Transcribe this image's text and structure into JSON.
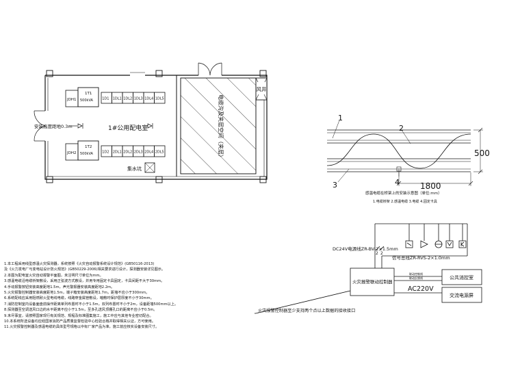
{
  "plan": {
    "room_label": "1#公用配电室",
    "tx1_name": "1T1",
    "tx1_rating": "500kVA",
    "tx2_name": "1T2",
    "tx2_rating": "500kVA",
    "upper_panels": [
      "1D1",
      "1DL1",
      "1DL2",
      "1DL3",
      "1DL4",
      "1DL5"
    ],
    "lower_panels": [
      "1D2",
      "2DL1",
      "2DL2",
      "2DL3",
      "2DL4",
      "2DL5"
    ],
    "left_panel_upper": "JDH1",
    "left_panel_lower": "JDH2",
    "detector_note": "安装高度距地0.3m",
    "sump_label": "集水坑",
    "hatch_label": "电缆沟及夹层空间（夹层）",
    "fan_label": "风井"
  },
  "cable_detail": {
    "callouts": [
      "1",
      "2",
      "3",
      "4"
    ],
    "width_dim": "500",
    "pitch_dim": "1800",
    "caption": "感温电缆在桥架上的安装示意图（单位:mm）",
    "subcaption": "1.电缆桥架 2.感温电缆 3.电缆 4.固定卡具"
  },
  "wiring": {
    "cable1": "DC24V电源线ZR-BV-2×1.5mm",
    "cable2": "信号总线ZR-RVS-2×1.0mm",
    "marks": [
      "2",
      "2"
    ],
    "controller": "火灾报警联动控制器",
    "ctrl_line1": "联动控制线",
    "ctrl_line2": "联动反馈线",
    "system_box": "公共消控室",
    "power_label": "AC220V",
    "power_box": "交流电源屏",
    "connect_note": "火灾报警控制器至少支持两个点以上数据的接收接口"
  },
  "notes": [
    "1.本工程采用线型感温火灾探测器，系统按照《火灾自动报警系统设计规范》(GB50116-2013)",
    "  及《火力发电厂与变电站设计防火规范》(GB50229-2006)相关要求进行设计，探测器安装详见图示。",
    "2.本图为配电室火灾自动报警平面图，未注明尺寸单位为mm。",
    "3.感温电缆沿电缆桥架敷设，采用正弦波方式敷设，并用专用固定卡具固定，卡具间距不大于30mm。",
    "4.手动报警按钮安装高度距地1.5m，声光警报器安装高度距地2.2m。",
    "5.火灾报警控制器安装高度距地1.5m，端子箱安装高度距地1.7m，距墙不应小于300mm。",
    "6.系统配线应采用阻燃耐火型电线电缆，线路穿金属管敷设，暗敷时保护层厚度不小于30mm。",
    "7.消防控制室内设备面盘前操作距离单列布置时不小于1.5m，双列布置时不小于2m，设备距墙500mm以上。",
    "8.探测器至空调送风口边的水平距离不应小于1.5m，至多孔送风顶棚孔口的距离不应小于0.5m。",
    "9.未尽事宜，请按照国家现行有关规范、规程及标准图集施工，施工中应与其他专业密切配合。",
    "10.本系统所选设备均应经国家消防产品质量监督检验中心检验合格并取得相关认证，方可使用。",
    "11.火灾报警控制器及感温电缆的具体型号规格以中标厂家产品为准，施工前应核实设备安装尺寸。"
  ]
}
